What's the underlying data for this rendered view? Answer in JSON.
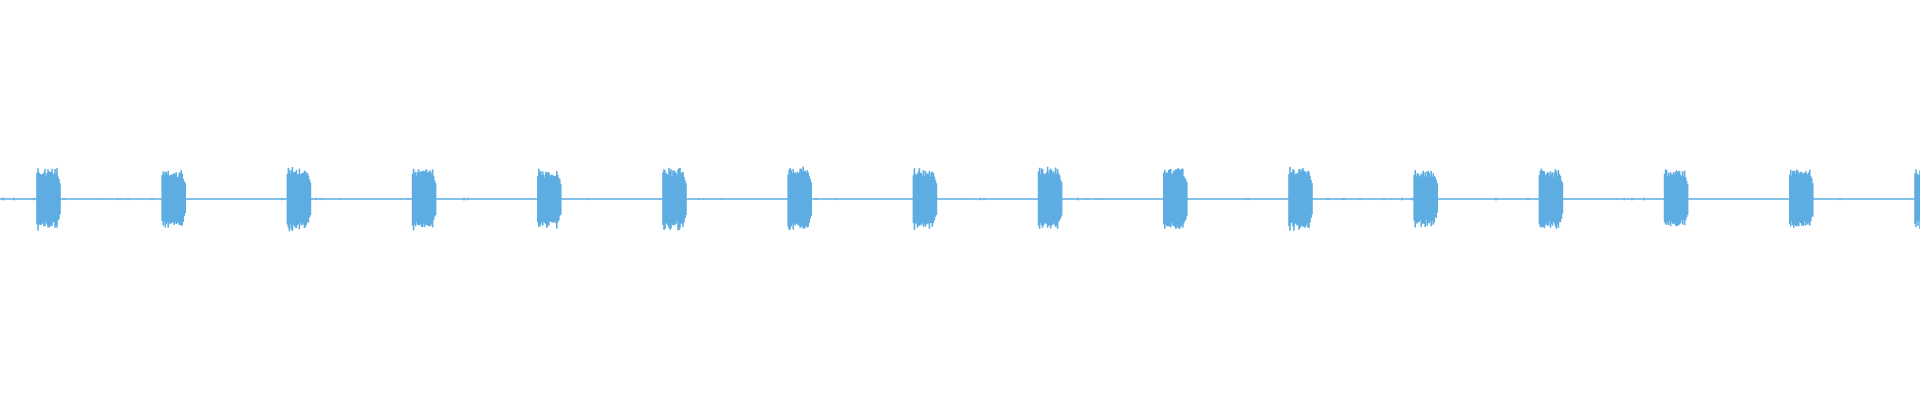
{
  "waveform": {
    "color": "#5dade2",
    "baseline_amplitude": 0.03,
    "bursts": [
      {
        "peak_amplitude": 0.97
      },
      {
        "peak_amplitude": 0.92
      },
      {
        "peak_amplitude": 1.0
      },
      {
        "peak_amplitude": 0.95
      },
      {
        "peak_amplitude": 0.92
      },
      {
        "peak_amplitude": 0.97
      },
      {
        "peak_amplitude": 1.0
      },
      {
        "peak_amplitude": 0.95
      },
      {
        "peak_amplitude": 1.0
      },
      {
        "peak_amplitude": 0.97
      },
      {
        "peak_amplitude": 1.0
      },
      {
        "peak_amplitude": 0.89
      },
      {
        "peak_amplitude": 0.95
      },
      {
        "peak_amplitude": 0.9
      },
      {
        "peak_amplitude": 0.97
      },
      {
        "peak_amplitude": 0.97
      }
    ]
  }
}
